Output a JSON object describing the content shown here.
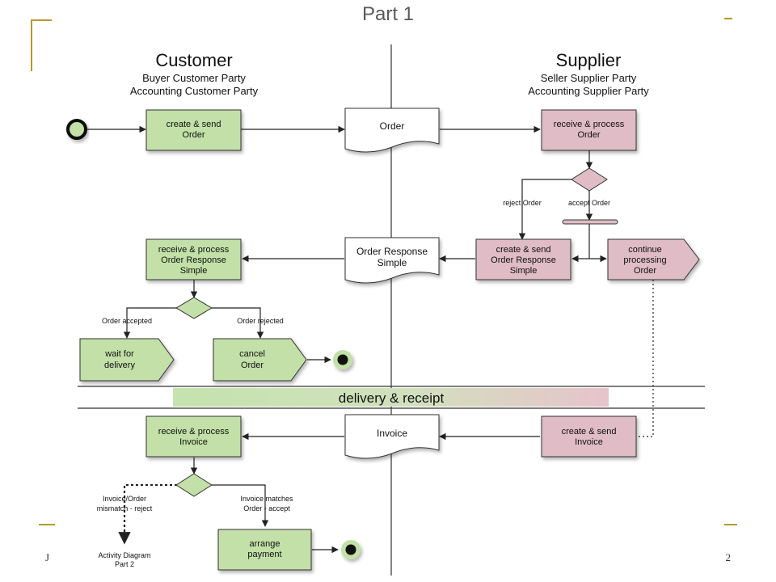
{
  "slide": {
    "part_title": "Part 1",
    "page_number": "2",
    "footer_text": "J",
    "accent_color": "#b59a2e"
  },
  "lanes": {
    "customer": {
      "title": "Customer",
      "sub1": "Buyer Customer Party",
      "sub2": "Accounting Customer Party"
    },
    "supplier": {
      "title": "Supplier",
      "sub1": "Seller Supplier Party",
      "sub2": "Accounting Supplier Party"
    }
  },
  "nodes": {
    "create_send_order": [
      "create & send",
      "Order"
    ],
    "order_doc": [
      "Order"
    ],
    "receive_process_order": [
      "receive & process",
      "Order"
    ],
    "create_send_order_response": [
      "create & send",
      "Order Response",
      "Simple"
    ],
    "continue_processing": [
      "continue",
      "processing",
      "Order"
    ],
    "order_response_doc": [
      "Order Response",
      "Simple"
    ],
    "receive_process_order_response": [
      "receive & process",
      "Order Response",
      "Simple"
    ],
    "wait_for_delivery": [
      "wait for",
      "delivery"
    ],
    "cancel_order": [
      "cancel",
      "Order"
    ],
    "create_send_invoice": [
      "create & send",
      "Invoice"
    ],
    "invoice_doc": [
      "Invoice"
    ],
    "receive_process_invoice": [
      "receive & process",
      "Invoice"
    ],
    "arrange_payment": [
      "arrange",
      "payment"
    ],
    "activity_part2": [
      "Activity Diagram",
      "Part 2"
    ]
  },
  "labels": {
    "reject_order": "reject Order",
    "accept_order": "accept Order",
    "order_accepted": "Order accepted",
    "order_rejected": "Order rejected",
    "mismatch_1": "Invoice/Order",
    "mismatch_2": "mismatch - reject",
    "matches_1": "Invoice matches",
    "matches_2": "Order - accept"
  },
  "separator": {
    "label": "delivery & receipt"
  },
  "colors": {
    "customer_fill": "#c2e0a7",
    "supplier_fill": "#dfbcc6",
    "edge": "#222222",
    "document_fill": "#ffffff"
  }
}
